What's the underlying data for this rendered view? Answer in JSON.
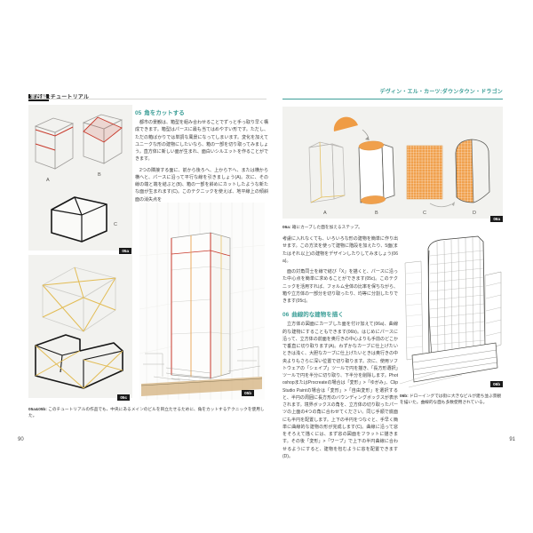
{
  "colors": {
    "accent_teal": "#3D9F98",
    "line_red": "#C8392B",
    "fill_orange": "#F0A04C",
    "line_yellow": "#E2BC55",
    "badge_black": "#1A1A1A",
    "ground_tan": "#D8BA8C",
    "panel_grey": "#F2F2EF"
  },
  "left_page": {
    "header_tag": "実践編",
    "header_rest": ":チュートリアル",
    "page_number": "90",
    "section": {
      "number": "05",
      "title": "角をカットする",
      "para1": "都市の景観は、箱型を組み合わせることでずっと手っ取り早く構成できます。箱型はパースに最も当てはめやすい形です。ただし、ただの箱ばかりでは単調な風景になってしまいます。変化を加えてユニークな形の建物にしたいなら、箱の一部を切り取ってみましょう。直方体に新しい面が生まれ、面白いシルエットを作ることができます。",
      "para2": "2つの隣接する面に、前から後ろへ、上から下へ、または横から横へと、パースに沿って平行な線を引きましょう(A)。次に、その線の端と端を結ぶと(B)、箱の一部を斜めにカットしたような新たな面が生まれます(C)。このテクニックを使えば、地平線上の傾斜面の消失点を"
    },
    "figure_abc": {
      "badge": "05a",
      "labels": [
        "A",
        "B",
        "C"
      ]
    },
    "figure_tower": {
      "badge": "05b"
    },
    "figure_x": {
      "badge": "05c"
    },
    "caption": {
      "prefix": "05a&05b:",
      "text": "このチュートリアルの作品でも、中央にあるメインのビルを目立たせるために、角をカットするテクニックを使用した。"
    }
  },
  "right_page": {
    "header": "デヴィン・エル・カーツ:ダウンタウン・ドラゴン",
    "page_number": "91",
    "figure_steps": {
      "badge": "06a",
      "labels": [
        "A",
        "B",
        "C",
        "D"
      ]
    },
    "caption_steps": {
      "prefix": "06a:",
      "text": "箱にカーブした面を加えるステップ。"
    },
    "para1": "考慮に入れなくても、いろいろな形の建物を簡単に作り出せます。この方法を使って建物に階段を加えたり、5面(またはそれ以上)の建物をデザインしたりしてみましょう(06a)。",
    "para2": "面の対角同士を線で結び「X」を描くと、パースに沿った中心点を簡単に求めることができます(05c)。このテクニックを活用すれば、フォルム全体の比率を保ちながら、箱や立方体の一部分を切り取ったり、均等に分割したりできます(05c)。",
    "section": {
      "number": "06",
      "title": "曲線的な建物を描く",
      "para": "立方体の図面にカーブした面を付け加えて(06a)、曲線的な建物にすることもできます(06b)。はじめにパースに沿って、立方体の前面を奥行きの中心よりも手前のどこかで垂直に切り取ります(A)。わずかなカーブに仕上げたいときは浅く、大胆なカーブに仕上げたいときは奥行きの中央よりもさらに深い位置で切り取ります。次に、使用ソフトウェアの「シェイプ」ツールで円を描き、「長方形選択」ツールで円を半分に切り取り、下半分を削除します。PhotoshopまたはProcreateの場合は「変形」>「ゆがみ」、Clip Studio Paintの場合は「変形」>「自由変形」を選択すると、半円の周囲に長方形のバウンディングボックスが表示されます。境界ボックスの角を、立方体の切り取ったパーツの上面の4つの角に合わせてください。同じ手順で底面にも半円を配置します。上下の半円をつなぐと、手早く簡単に曲線的な建物の形が完成します(C)。曲線に沿って窓をそろえて描くには、まず窓の図面をフラットに描きます。その後「変形」>「ワープ」で上下の半円曲線に合わせるようにすると、建物を包むように窓を配置できます(D)。"
    },
    "figure_building": {
      "badge": "06b"
    },
    "caption_building": {
      "prefix": "06b:",
      "text": "ドローイングでは街に大きなビルが建ち並ぶ景観を描いた。曲線的な面も多数使用されている。"
    }
  }
}
